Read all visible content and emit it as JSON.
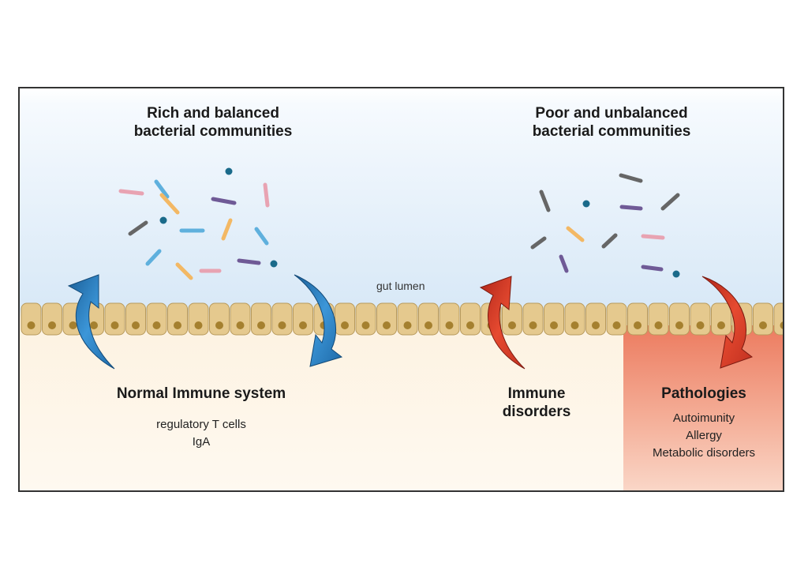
{
  "diagram": {
    "left_panel": {
      "title_line1": "Rich and balanced",
      "title_line2": "bacterial communities",
      "outcome_title": "Normal Immune system",
      "outcome_items": [
        "regulatory T cells",
        "IgA"
      ],
      "arrow_color": "#2a7fc4"
    },
    "right_panel": {
      "title_line1": "Poor and unbalanced",
      "title_line2": "bacterial communities",
      "outcome_title_line1": "Immune",
      "outcome_title_line2": "disorders",
      "pathologies_title": "Pathologies",
      "pathologies_items": [
        "Autoimunity",
        "Allergy",
        "Metabolic disorders"
      ],
      "arrow_color": "#d93a25"
    },
    "center_label": "gut lumen",
    "colors": {
      "cell_fill": "#e5c98e",
      "cell_nucleus": "#a5802f",
      "pathology_bg": "#ef8a6d"
    }
  }
}
